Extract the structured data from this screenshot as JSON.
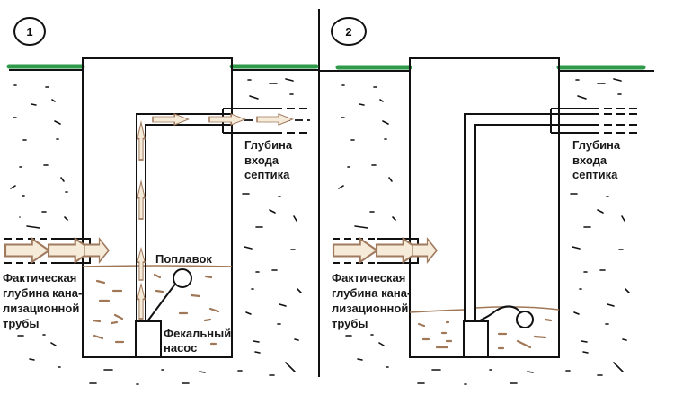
{
  "colors": {
    "grass": "#2e9a4a",
    "line": "#111111",
    "sewage": "#a07858",
    "arrow_fill": "#f6ead8",
    "arrow_stroke": "#a07a5e"
  },
  "panels": [
    {
      "number": "1",
      "labels": {
        "septic_inlet_depth": [
          "Глубина",
          "входа",
          "септика"
        ],
        "sewer_pipe_depth": [
          "Фактическая",
          "глубина кана-",
          "лизационной",
          "трубы"
        ],
        "float": "Поплавок",
        "pump": [
          "Фекальный",
          "насос"
        ]
      },
      "state": "flow"
    },
    {
      "number": "2",
      "labels": {
        "septic_inlet_depth": [
          "Глубина",
          "входа",
          "септика"
        ],
        "sewer_pipe_depth": [
          "Фактическая",
          "глубина кана-",
          "лизационной",
          "трубы"
        ]
      },
      "state": "pumped-down"
    }
  ]
}
